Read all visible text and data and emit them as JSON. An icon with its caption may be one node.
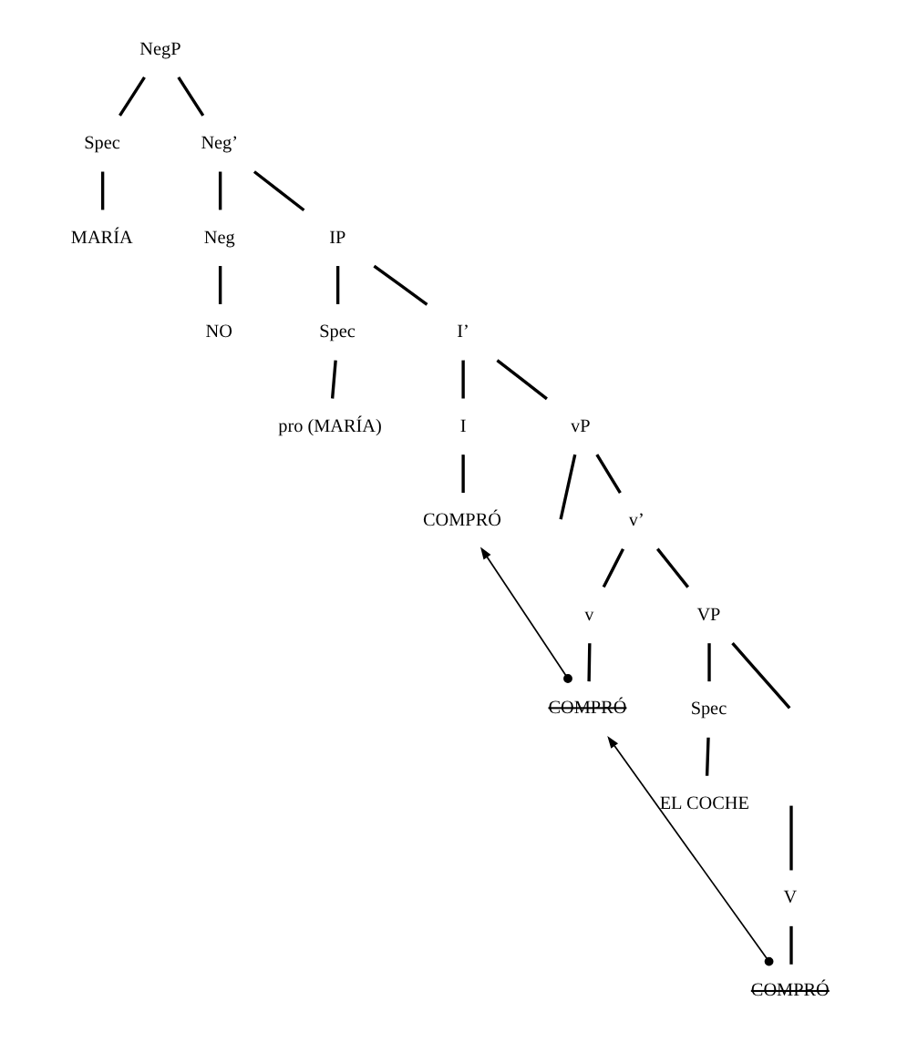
{
  "diagram": {
    "nodes": [
      {
        "text": [
          "NegP"
        ]
      },
      {
        "text": [
          "Spec"
        ]
      },
      {
        "text": [
          "Neg’"
        ]
      },
      {
        "text": [
          "MARÍA"
        ]
      },
      {
        "text": [
          "Neg"
        ]
      },
      {
        "text": [
          "IP"
        ]
      },
      {
        "text": [
          "NO"
        ]
      },
      {
        "text": [
          "Spec"
        ]
      },
      {
        "text": [
          "I’"
        ]
      },
      {
        "text": [
          "pro (MARÍA)"
        ]
      },
      {
        "text": [
          "I"
        ]
      },
      {
        "text": [
          "vP"
        ]
      },
      {
        "text": [
          "COMPRÓ"
        ]
      },
      {
        "text": [
          "v’"
        ]
      },
      {
        "text": [
          "v"
        ]
      },
      {
        "text": [
          "VP"
        ]
      },
      {
        "text": [
          "COMPRÓ"
        ]
      },
      {
        "text": [
          "Spec"
        ]
      },
      {
        "text": [
          "EL COCHE"
        ]
      },
      {
        "text": [
          "V"
        ]
      },
      {
        "text": [
          "COMPRÓ"
        ]
      }
    ],
    "edges": [
      {
        "from": 0,
        "to": 1,
        "arrow": "none"
      },
      {
        "from": 0,
        "to": 2,
        "arrow": "none"
      },
      {
        "from": 1,
        "to": 3,
        "arrow": "none"
      },
      {
        "from": 2,
        "to": 4,
        "arrow": "none"
      },
      {
        "from": 2,
        "to": 5,
        "arrow": "none"
      },
      {
        "from": 4,
        "to": 6,
        "arrow": "none"
      },
      {
        "from": 5,
        "to": 7,
        "arrow": "none"
      },
      {
        "from": 5,
        "to": 8,
        "arrow": "none"
      },
      {
        "from": 7,
        "to": 9,
        "arrow": "none"
      },
      {
        "from": 8,
        "to": 10,
        "arrow": "none"
      },
      {
        "from": 8,
        "to": 11,
        "arrow": "none"
      },
      {
        "from": 10,
        "to": 12,
        "arrow": "none"
      },
      {
        "from": 11,
        "to": null,
        "arrow": "none"
      },
      {
        "from": 11,
        "to": 13,
        "arrow": "none"
      },
      {
        "from": 13,
        "to": 14,
        "arrow": "none"
      },
      {
        "from": 13,
        "to": 15,
        "arrow": "none"
      },
      {
        "from": 14,
        "to": 16,
        "arrow": "none"
      },
      {
        "from": 15,
        "to": 17,
        "arrow": "none"
      },
      {
        "from": 15,
        "to": null,
        "arrow": "none"
      },
      {
        "from": 17,
        "to": 18,
        "arrow": "none"
      },
      {
        "from": null,
        "to": 19,
        "arrow": "none"
      },
      {
        "from": 19,
        "to": 20,
        "arrow": "none"
      },
      {
        "from": 16,
        "to": 12,
        "arrow": "to"
      },
      {
        "from": 20,
        "to": 16,
        "arrow": "to"
      }
    ]
  }
}
